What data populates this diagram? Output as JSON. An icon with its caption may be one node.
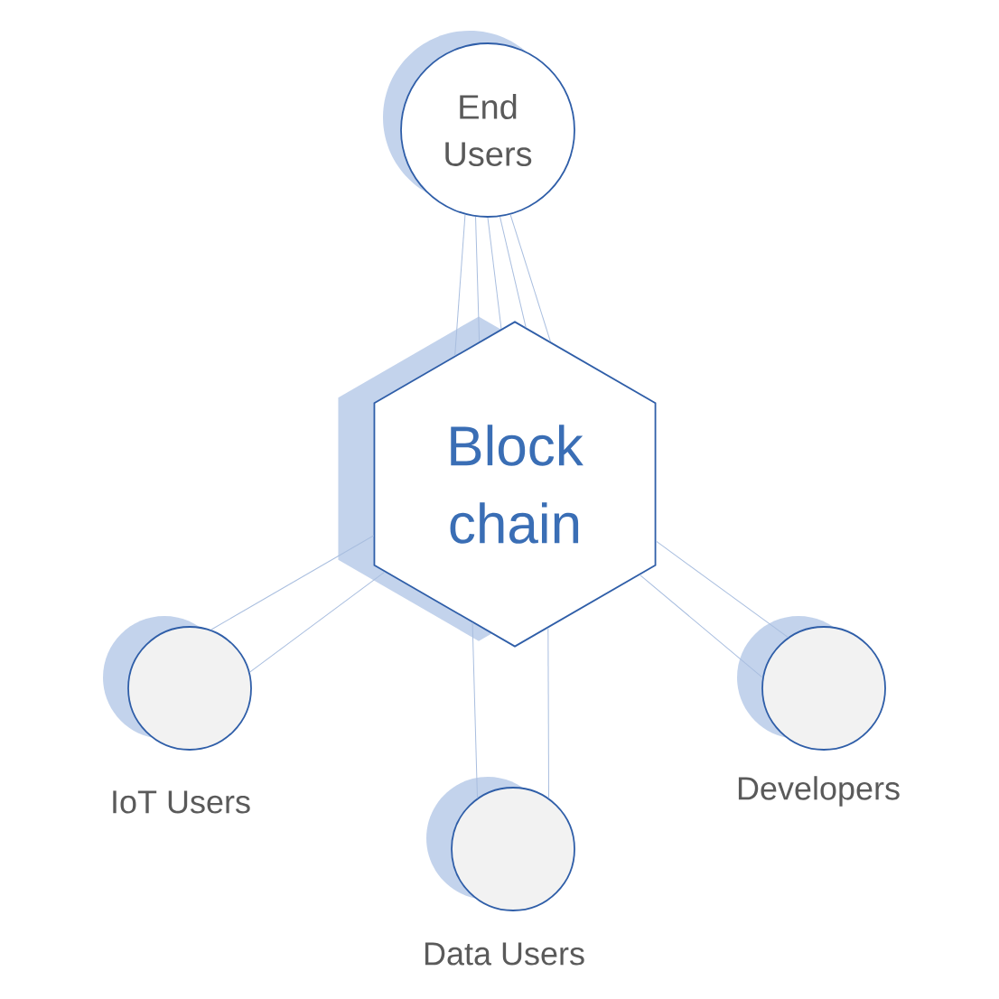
{
  "diagram": {
    "nodes": [
      {
        "text": [
          "End Users"
        ]
      },
      {
        "text": [
          "Block chain"
        ]
      },
      {
        "text": [],
        "shape": "circle",
        "beside": [
          "IoT Users"
        ]
      },
      {
        "text": [],
        "shape": "circle",
        "beside": [
          "Data Users"
        ]
      },
      {
        "text": [],
        "shape": "circle",
        "beside": [
          "Developers"
        ]
      }
    ],
    "edges": [
      {
        "from": 0,
        "to": 1,
        "arrow": "none"
      },
      {
        "from": 0,
        "to": 1,
        "arrow": "none"
      },
      {
        "from": 0,
        "to": 1,
        "arrow": "none"
      },
      {
        "from": 0,
        "to": 1,
        "arrow": "none"
      },
      {
        "from": 0,
        "to": 1,
        "arrow": "none"
      },
      {
        "from": 2,
        "to": 1,
        "arrow": "none"
      },
      {
        "from": 2,
        "to": 1,
        "arrow": "none"
      },
      {
        "from": 3,
        "to": 1,
        "arrow": "none"
      },
      {
        "from": 3,
        "to": 1,
        "arrow": "none"
      },
      {
        "from": 4,
        "to": 1,
        "arrow": "none"
      },
      {
        "from": 4,
        "to": 1,
        "arrow": "none"
      }
    ]
  }
}
